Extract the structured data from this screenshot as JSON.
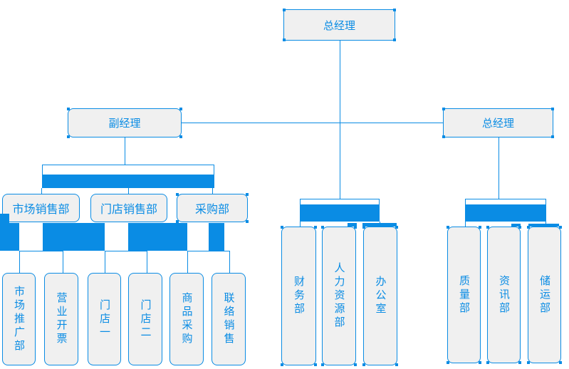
{
  "colors": {
    "accent": "#0a8ce4",
    "node_fill": "#f0f0f0"
  },
  "org": {
    "root": "总经理",
    "deputy": "副经理",
    "manager2": "总经理",
    "sales_depts": [
      "市场销售部",
      "门店销售部",
      "采购部"
    ],
    "sales_teams": [
      "市场推广部",
      "营业开票",
      "门店一",
      "门店二",
      "商品采购",
      "联络销售"
    ],
    "admin_depts": [
      "财务部",
      "人力资源部",
      "办公室"
    ],
    "ops_depts": [
      "质量部",
      "资讯部",
      "储运部"
    ]
  }
}
